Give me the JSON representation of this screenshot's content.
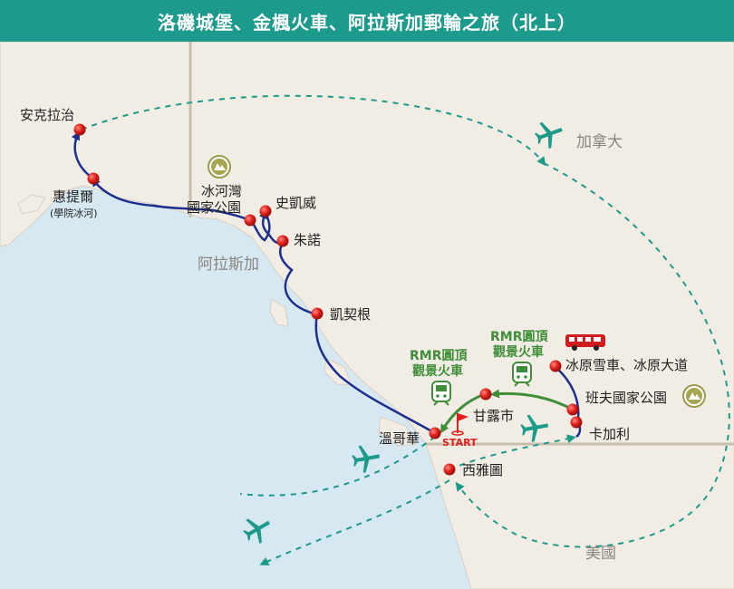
{
  "header": {
    "title": "洛磯城堡、金楓火車、阿拉斯加郵輪之旅（北上）"
  },
  "colors": {
    "header_bg": "#1c9a8b",
    "cruise_route": "#1b2f8f",
    "train_route": "#3f8f3a",
    "flight_route": "#1c9a8b",
    "city_dot": "#e0201c",
    "sea": "#d6e8f2",
    "land": "#f2ede4"
  },
  "regions": {
    "canada": "加拿大",
    "alaska": "阿拉斯加",
    "usa": "美國"
  },
  "cities": {
    "anchorage": "安克拉治",
    "whittier": "惠提爾",
    "whittier_note": "(學院冰河)",
    "glacier_bay": "冰河灣",
    "glacier_bay_2": "國家公園",
    "skagway": "史凱威",
    "juneau": "朱諾",
    "ketchikan": "凱契根",
    "vancouver": "溫哥華",
    "kamloops": "甘露市",
    "seattle": "西雅圖",
    "calgary": "卡加利",
    "banff": "班夫國家公園",
    "icefields": "冰原雪車、冰原大道"
  },
  "trains": {
    "rmr_1_line1": "RMR圓頂",
    "rmr_1_line2": "觀景火車",
    "rmr_2_line1": "RMR圓頂",
    "rmr_2_line2": "觀景火車"
  },
  "start_label": "START",
  "icons": [
    "plane-icon",
    "train-icon",
    "bus-icon",
    "national-park-icon",
    "start-flag-icon",
    "city-marker-icon"
  ]
}
